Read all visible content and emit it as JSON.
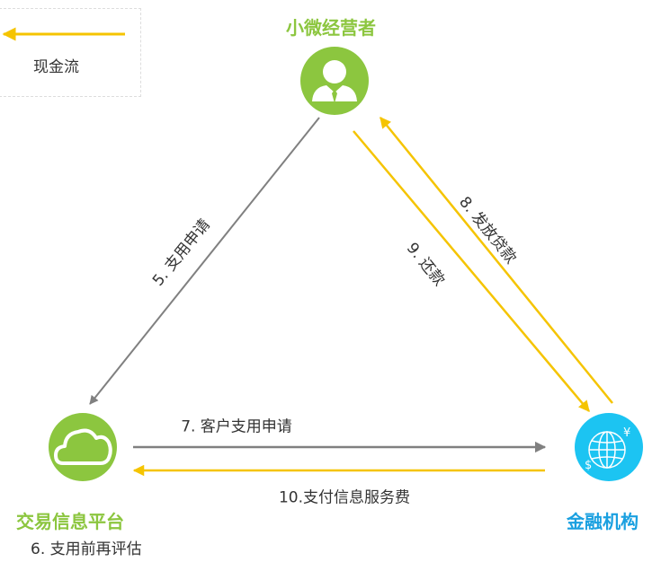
{
  "legend": {
    "label": "现金流",
    "color": "#f5c400"
  },
  "nodes": {
    "merchant": {
      "title": "小微经营者",
      "icon": "user-icon",
      "color": "#8cc63f"
    },
    "platform": {
      "title": "交易信息平台",
      "icon": "cloud-icon",
      "color": "#8cc63f"
    },
    "finance": {
      "title": "金融机构",
      "icon": "globe-currency-icon",
      "color": "#1aa0e0"
    }
  },
  "flows": {
    "apply": "5. 支用申请",
    "eval": "6. 支用前再评估",
    "customer_apply": "7. 客户支用申请",
    "loan": "8. 发放贷款",
    "repay": "9. 还款",
    "fee": "10.支付信息服务费"
  },
  "colors": {
    "info_flow": "#808080",
    "cash_flow": "#f5c400",
    "green": "#8cc63f",
    "blue": "#1aa0e0"
  }
}
